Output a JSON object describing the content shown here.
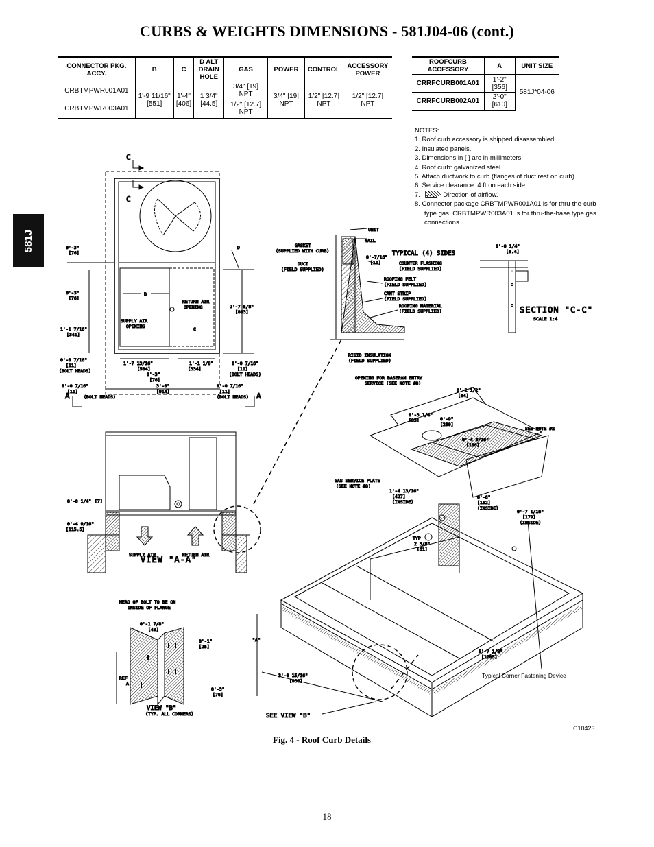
{
  "title": "CURBS & WEIGHTS DIMENSIONS - 581J04-06 (cont.)",
  "side_tab": "581J",
  "connector_table": {
    "headers": [
      "CONNECTOR PKG. ACCY.",
      "B",
      "C",
      "D ALT DRAIN HOLE",
      "GAS",
      "POWER",
      "CONTROL",
      "ACCESSORY POWER"
    ],
    "rows": [
      {
        "pkg": "CRBTMPWR001A01",
        "gas": "3/4\" [19] NPT"
      },
      {
        "pkg": "CRBTMPWR003A01",
        "gas": "1/2\" [12.7] NPT"
      }
    ],
    "shared": {
      "b": "1'-9 11/16\" [551]",
      "c": "1'-4\" [406]",
      "d": "1 3/4\" [44.5]",
      "power": "3/4\" [19] NPT",
      "control": "1/2\" [12.7] NPT",
      "accessory_power": "1/2\" [12.7] NPT"
    }
  },
  "curb_table": {
    "headers": [
      "ROOFCURB ACCESSORY",
      "A",
      "UNIT SIZE"
    ],
    "rows": [
      {
        "accessory": "CRRFCURB001A01",
        "a": "1'-2\" [356]"
      },
      {
        "accessory": "CRRFCURB002A01",
        "a": "2'-0\" [610]"
      }
    ],
    "unit_size": "581J*04-06"
  },
  "notes": {
    "heading": "NOTES:",
    "items": [
      "1.  Roof curb accessory is shipped disassembled.",
      "2.  Insulated panels.",
      "3.  Dimensions in [   ] are in millimeters.",
      "4.  Roof curb: galvanized steel.",
      "5.  Attach ductwork to curb (flanges of duct rest on curb).",
      "6.  Service clearance: 4 ft on each side."
    ],
    "note7_prefix": "7.",
    "note7_text": "Direction of airflow.",
    "note8": "8.  Connector package CRBTMPWR001A01 is for thru-the-curb type gas. CRBTMPWR003A01 is for thru-the-base type gas connections."
  },
  "drawing_labels": {
    "c_mark": "C",
    "a_mark": "A",
    "d": "D",
    "b": "B",
    "c": "C",
    "return_air": "RETURN AIR",
    "opening": "OPENING",
    "supply_air": "SUPPLY AIR",
    "d_0_3": "0'-3\"",
    "d_76": "[76]",
    "d_1_1_7_16": "1'-1 7/16\"",
    "d_341": "[341]",
    "d_0_0_7_16": "0'-0 7/16\"",
    "d_11": "[11]",
    "bolt_heads": "(BOLT HEADS)",
    "d_1_7_13_16": "1'-7 13/16\"",
    "d_504": "[504]",
    "d_1_1_1_8": "1'-1 1/8\"",
    "d_334": "[334]",
    "d_3_0": "3'-0\"",
    "d_914": "[914]",
    "d_2_7_5_8": "2'-7 5/8\"",
    "d_803": "[803]",
    "unit": "UNIT",
    "nail": "NAIL",
    "gasket": "GASKET",
    "supplied_with_curb": "(SUPPLIED WITH CURB)",
    "typical_4_sides": "TYPICAL (4) SIDES",
    "duct": "DUCT",
    "field_supplied": "(FIELD SUPPLIED)",
    "d_0_7_16": "0'-7/16\"",
    "counter_flashing": "COUNTER FLASHING",
    "roofing_felt": "ROOFING FELT",
    "cant_strip": "CANT STRIP",
    "roofing_material": "ROOFING MATERIAL",
    "rigid_insulation": "RIGID INSULATION",
    "d_0_0_1_4": "0'-0 1/4\"",
    "d_6_4": "[6.4]",
    "section_cc": "SECTION \"C-C\"",
    "scale": "SCALE 1:4",
    "d_7": "[7]",
    "d_0_4_9_16": "0'-4 9/16\"",
    "d_115_5": "[115.5]",
    "view_aa": "VIEW \"A-A\"",
    "supply_air_lbl": "SUPPLY AIR",
    "return_air_lbl": "RETURN AIR",
    "opening_basepan_1": "OPENING FOR BASEPAN ENTRY",
    "opening_basepan_2": "SERVICE (SEE NOTE #8)",
    "d_0_2_1_2": "0'-2 1/2\"",
    "d_64": "[64]",
    "d_0_3_1_4": "0'-3 1/4\"",
    "d_83": "[83]",
    "d_0_9": "0'-9\"",
    "d_230": "[230]",
    "d_0_4_3_16": "0'-4 3/16\"",
    "d_106": "[106]",
    "see_note_2": "SEE NOTE #2",
    "gas_service_plate": "GAS SERVICE PLATE",
    "see_note_8": "(SEE NOTE #8)",
    "d_1_4_13_16": "1'-4 13/16\"",
    "d_427": "[427]",
    "inside": "(INSIDE)",
    "d_0_6": "0'-6\"",
    "d_152": "[152]",
    "inside2": "(INSIDE)",
    "d_0_7_1_16": "0'-7 1/16\"",
    "d_179": "[179]",
    "inside3": "(INSIDE)",
    "typ": "TYP",
    "d_2_3_8": "2 3/8\"",
    "d_61": "[61]",
    "head_of_bolt_1": "HEAD OF BOLT TO BE ON",
    "head_of_bolt_2": "INSIDE OF FLANGE",
    "d_0_1_7_8": "0'-1 7/8\"",
    "d_48": "[48]",
    "d_0_1": "0'-1\"",
    "d_25": "[25]",
    "ref": "REF",
    "a_small": "A",
    "d_0_3b": "0'-3\"",
    "d_76b": "[76]",
    "view_b": "VIEW \"B\"",
    "typ_all_corners": "(TYP. ALL CORNERS)",
    "a_quoted": "\"A\"",
    "d_5_7_1_8": "5'-7 1/8\"",
    "d_1705": "[1705]",
    "d_3_0_15_16": "3'-0 15/16\"",
    "d_938": "[938]",
    "see_view_b": "SEE VIEW \"B\""
  },
  "corner_note": "Typical Corner Fastening Device",
  "figure_code": "C10423",
  "caption": "Fig. 4 - Roof Curb Details",
  "page_number": "18"
}
